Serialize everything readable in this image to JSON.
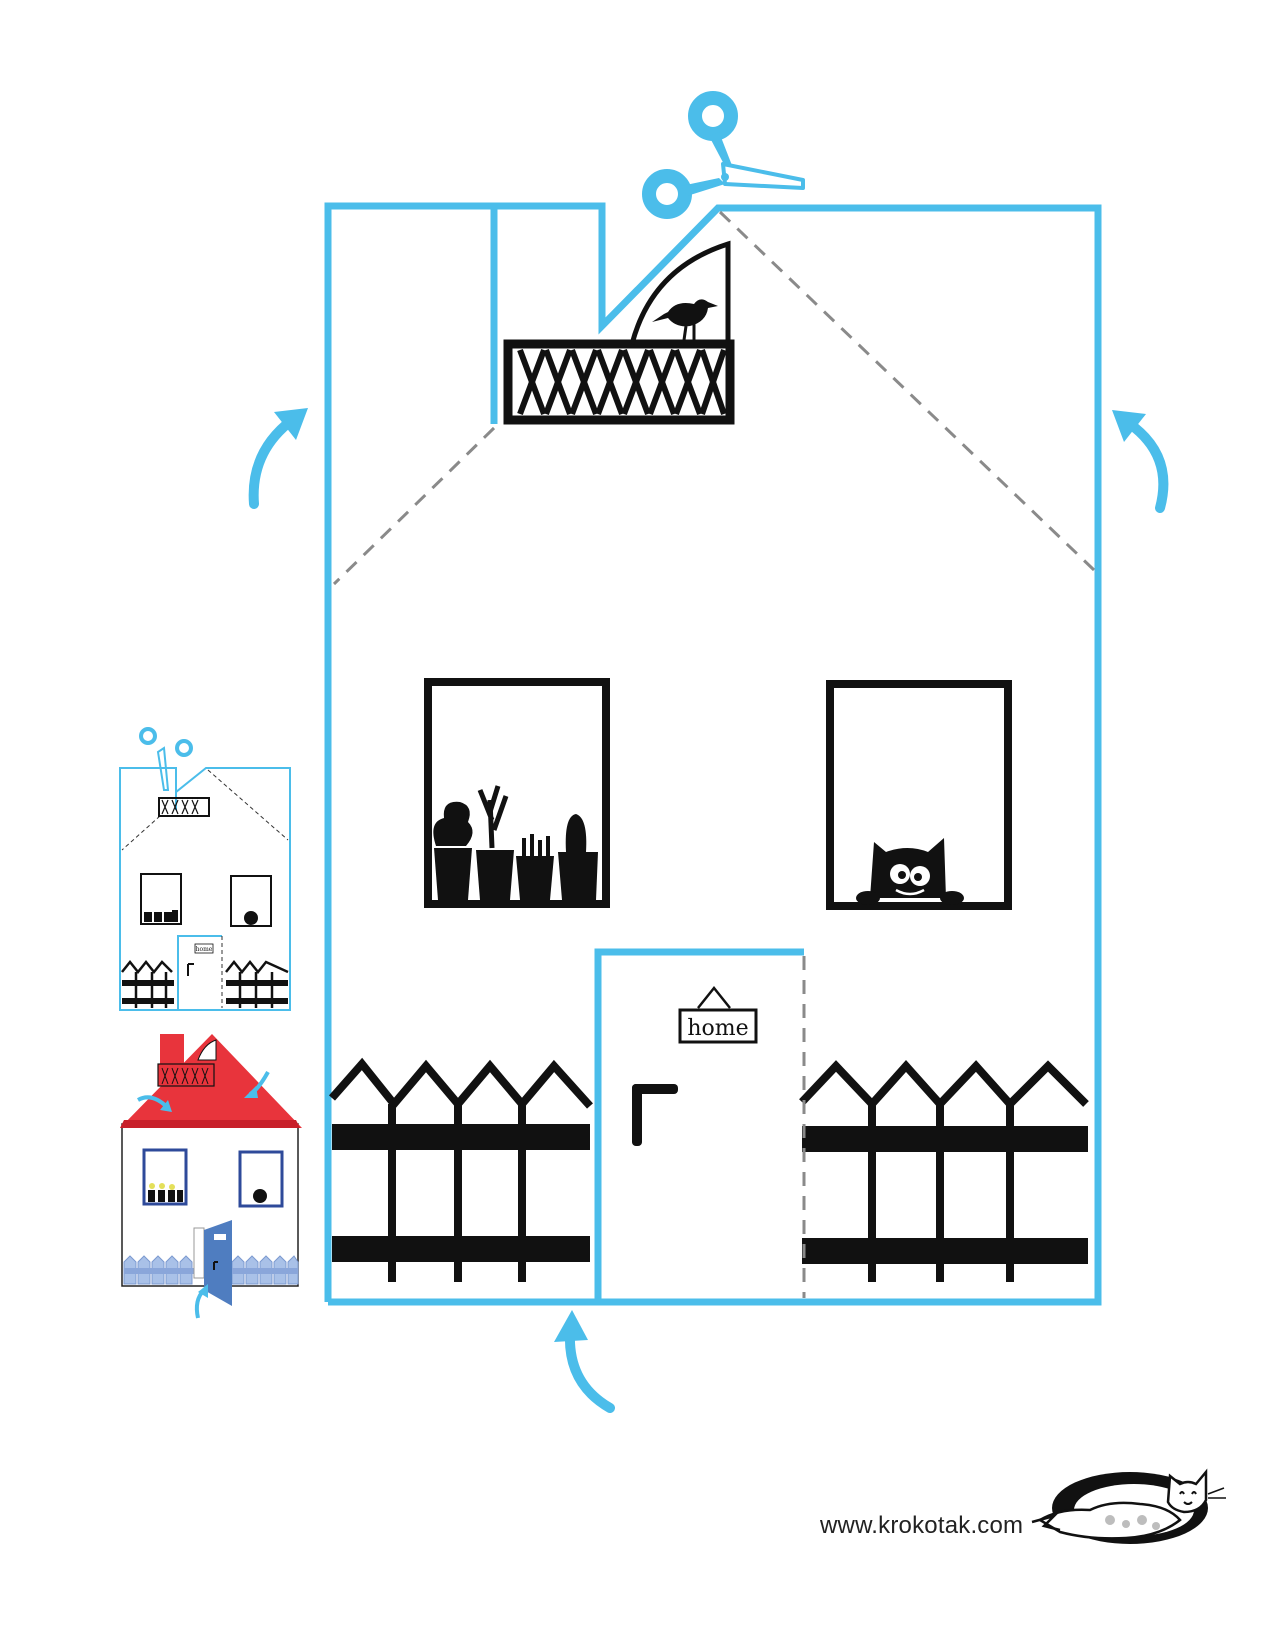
{
  "door_sign": {
    "text": "home"
  },
  "mini_door_sign": {
    "text": "home"
  },
  "footer": {
    "url": "www.krokotak.com"
  },
  "icons": {
    "scissors": "scissors-icon",
    "arrow": "curved-arrow-icon",
    "bird": "bird-icon",
    "cat": "cat-icon",
    "logo": "crocodile-cat-logo"
  },
  "colors": {
    "cut_line": "#4BBDEA",
    "fold_line": "#8A8A8A",
    "ink": "#111111",
    "roof_red": "#E8343C",
    "fence_blue": "#A9C1E8",
    "door_blue": "#4F7DC0",
    "window_frame_blue": "#2E4A9A"
  }
}
